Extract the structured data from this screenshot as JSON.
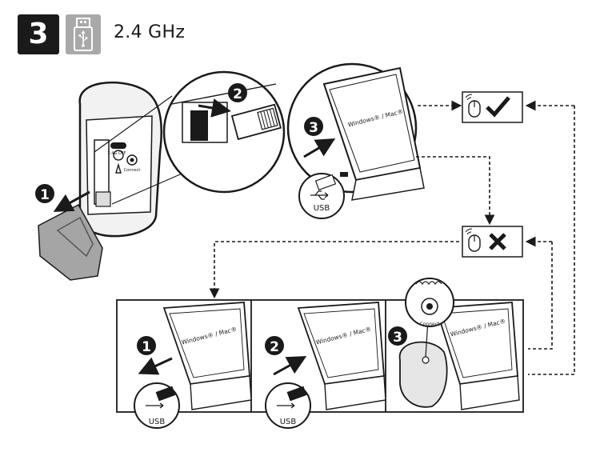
{
  "header": {
    "step_number": "3",
    "connection_label": "2.4 GHz",
    "usb_badge_icon": "usb-receiver-icon"
  },
  "mouse_switch": {
    "switch_label": "2.4G OFF",
    "switch_bt_mark": "B",
    "connect_button_label": "Connect"
  },
  "top_sequence": {
    "steps": [
      "1",
      "2",
      "3"
    ],
    "laptop_screen_text": "Windows® / Mac®",
    "port_label": "USB"
  },
  "results": {
    "success_icon": "check-icon",
    "failure_icon": "cross-icon",
    "mouse_icon": "mouse-icon"
  },
  "bottom_sequence": {
    "panels": [
      {
        "step": "1",
        "laptop_screen_text": "Windows® / Mac®",
        "port_label": "USB"
      },
      {
        "step": "2",
        "laptop_screen_text": "Windows® / Mac®",
        "port_label": "USB"
      },
      {
        "step": "3",
        "laptop_screen_text": "Windows® / Mac®",
        "connect_button_label": "Connect"
      }
    ]
  },
  "colors": {
    "ink": "#1a1a1a",
    "badge_gray": "#a9a9a9",
    "cover_gray": "#a5a5a5",
    "mouse_fill": "#e6e6e6"
  }
}
